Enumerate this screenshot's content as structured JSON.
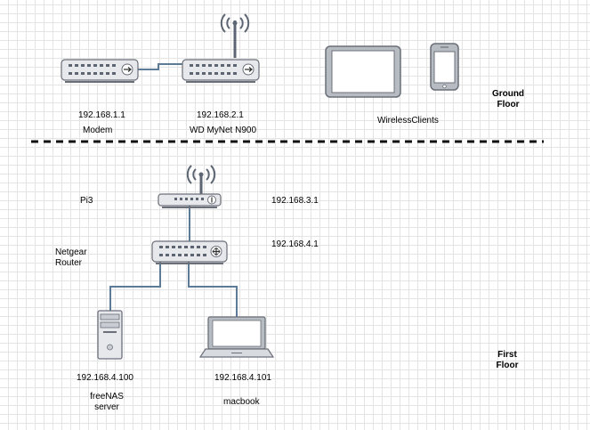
{
  "ground_floor": {
    "floor_label": "Ground\nFloor",
    "modem": {
      "ip": "192.168.1.1",
      "name": "Modem"
    },
    "router": {
      "ip": "192.168.2.1",
      "name": "WD MyNet N900"
    },
    "wireless_clients": {
      "name": "WirelessClients"
    }
  },
  "first_floor": {
    "floor_label": "First\nFloor",
    "pi": {
      "name": "Pi3",
      "ip": "192.168.3.1"
    },
    "netgear": {
      "name": "Netgear\nRouter",
      "ip": "192.168.4.1"
    },
    "freenas": {
      "ip": "192.168.4.100",
      "name": "freeNAS\nserver"
    },
    "macbook": {
      "ip": "192.168.4.101",
      "name": "macbook"
    }
  },
  "colors": {
    "link": "#5b7b96",
    "device_fill": "#e6e8ec",
    "device_stroke": "#6b6f79",
    "port": "#5d6572"
  }
}
